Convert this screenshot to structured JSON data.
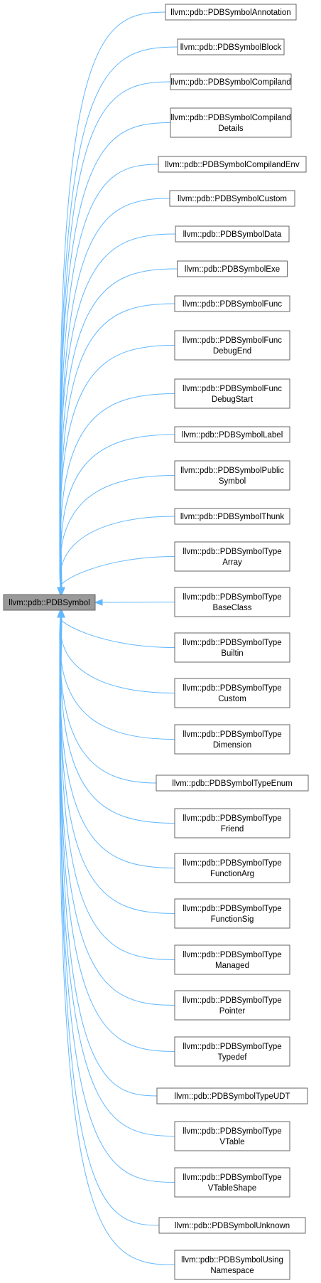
{
  "colors": {
    "edge": "#63b8ff",
    "node_border": "#666666",
    "node_fill": "#ffffff",
    "root_fill": "#999999",
    "root_border": "#666666"
  },
  "root": {
    "lines": [
      "llvm::pdb::PDBSymbol"
    ]
  },
  "children": [
    {
      "lines": [
        "llvm::pdb::PDBSymbolAnnotation"
      ]
    },
    {
      "lines": [
        "llvm::pdb::PDBSymbolBlock"
      ]
    },
    {
      "lines": [
        "llvm::pdb::PDBSymbolCompiland"
      ]
    },
    {
      "lines": [
        "llvm::pdb::PDBSymbolCompiland",
        "Details"
      ]
    },
    {
      "lines": [
        "llvm::pdb::PDBSymbolCompilandEnv"
      ]
    },
    {
      "lines": [
        "llvm::pdb::PDBSymbolCustom"
      ]
    },
    {
      "lines": [
        "llvm::pdb::PDBSymbolData"
      ]
    },
    {
      "lines": [
        "llvm::pdb::PDBSymbolExe"
      ]
    },
    {
      "lines": [
        "llvm::pdb::PDBSymbolFunc"
      ]
    },
    {
      "lines": [
        "llvm::pdb::PDBSymbolFunc",
        "DebugEnd"
      ]
    },
    {
      "lines": [
        "llvm::pdb::PDBSymbolFunc",
        "DebugStart"
      ]
    },
    {
      "lines": [
        "llvm::pdb::PDBSymbolLabel"
      ]
    },
    {
      "lines": [
        "llvm::pdb::PDBSymbolPublic",
        "Symbol"
      ]
    },
    {
      "lines": [
        "llvm::pdb::PDBSymbolThunk"
      ]
    },
    {
      "lines": [
        "llvm::pdb::PDBSymbolType",
        "Array"
      ]
    },
    {
      "lines": [
        "llvm::pdb::PDBSymbolType",
        "BaseClass"
      ]
    },
    {
      "lines": [
        "llvm::pdb::PDBSymbolType",
        "Builtin"
      ]
    },
    {
      "lines": [
        "llvm::pdb::PDBSymbolType",
        "Custom"
      ]
    },
    {
      "lines": [
        "llvm::pdb::PDBSymbolType",
        "Dimension"
      ]
    },
    {
      "lines": [
        "llvm::pdb::PDBSymbolTypeEnum"
      ]
    },
    {
      "lines": [
        "llvm::pdb::PDBSymbolType",
        "Friend"
      ]
    },
    {
      "lines": [
        "llvm::pdb::PDBSymbolType",
        "FunctionArg"
      ]
    },
    {
      "lines": [
        "llvm::pdb::PDBSymbolType",
        "FunctionSig"
      ]
    },
    {
      "lines": [
        "llvm::pdb::PDBSymbolType",
        "Managed"
      ]
    },
    {
      "lines": [
        "llvm::pdb::PDBSymbolType",
        "Pointer"
      ]
    },
    {
      "lines": [
        "llvm::pdb::PDBSymbolType",
        "Typedef"
      ]
    },
    {
      "lines": [
        "llvm::pdb::PDBSymbolTypeUDT"
      ]
    },
    {
      "lines": [
        "llvm::pdb::PDBSymbolType",
        "VTable"
      ]
    },
    {
      "lines": [
        "llvm::pdb::PDBSymbolType",
        "VTableShape"
      ]
    },
    {
      "lines": [
        "llvm::pdb::PDBSymbolUnknown"
      ]
    },
    {
      "lines": [
        "llvm::pdb::PDBSymbolUsing",
        "Namespace"
      ]
    }
  ]
}
